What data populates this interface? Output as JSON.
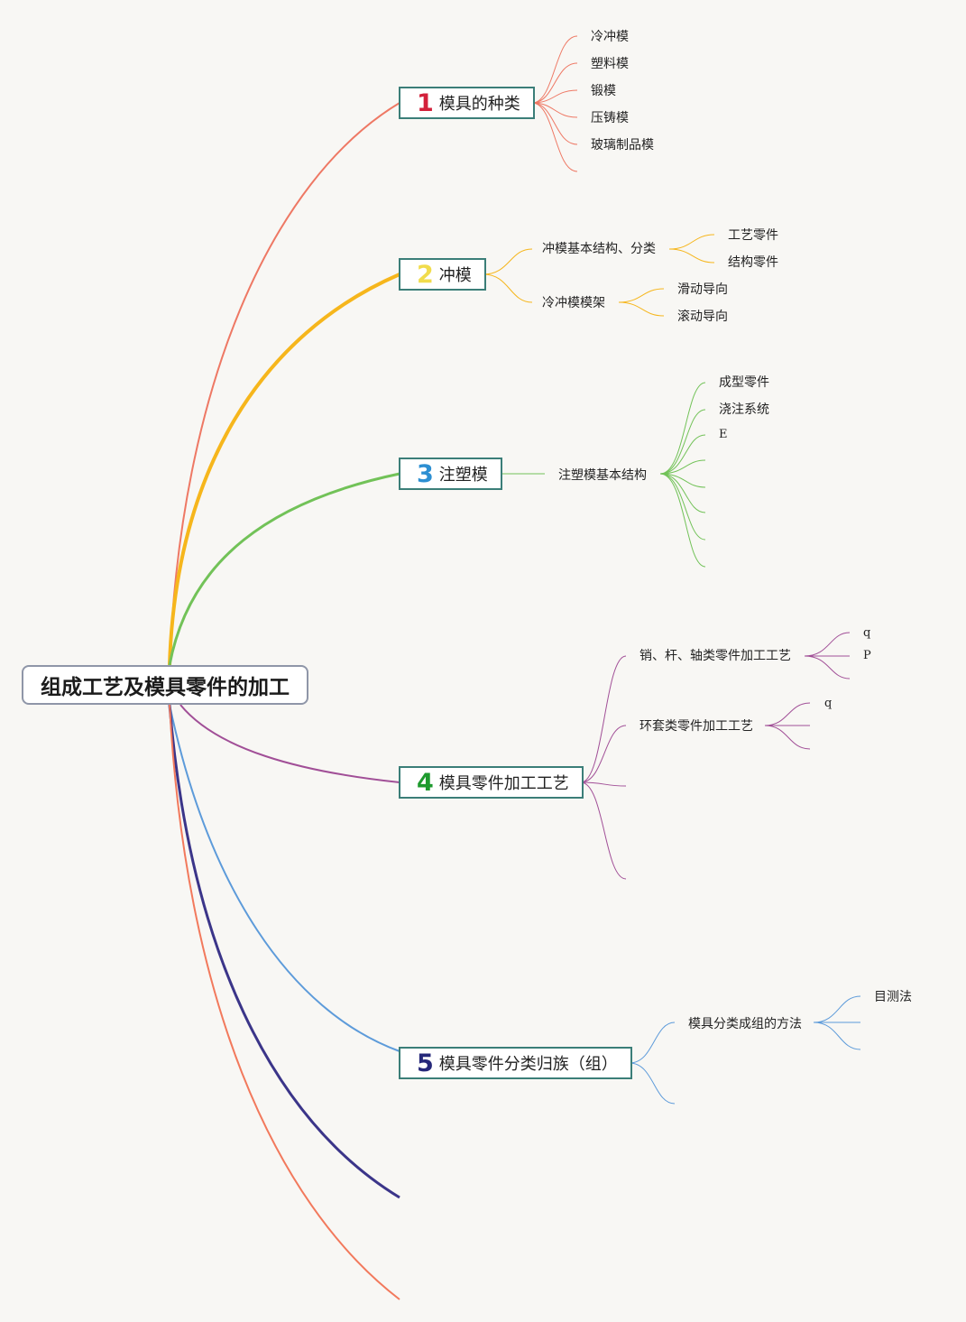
{
  "root": {
    "label": "组成工艺及模具零件的加工"
  },
  "colors": {
    "b1": "#ee7864",
    "b2": "#f6b61c",
    "b3": "#72c258",
    "b4": "#a14f97",
    "b5": "#5d9bda",
    "b6": "#3b3589",
    "b7": "#f2795c",
    "num1": "#d3213b",
    "num2": "#f1dc4c",
    "num3": "#2d8fd2",
    "num4": "#1e9a2e",
    "num5": "#26287a"
  },
  "branches": [
    {
      "num": "1",
      "label": "模具的种类",
      "children": [
        "冷冲模",
        "塑料模",
        "锻模",
        "压铸模",
        "玻璃制品模"
      ]
    },
    {
      "num": "2",
      "label": "冲模",
      "children": [
        {
          "label": "冲模基本结构、分类",
          "children": [
            "工艺零件",
            "结构零件"
          ]
        },
        {
          "label": "冷冲模模架",
          "children": [
            "滑动导向",
            "滚动导向"
          ]
        }
      ]
    },
    {
      "num": "3",
      "label": "注塑模",
      "children": [
        {
          "label": "注塑模基本结构",
          "children": [
            "成型零件",
            "浇注系统",
            "E"
          ]
        }
      ]
    },
    {
      "num": "4",
      "label": "模具零件加工工艺",
      "children": [
        {
          "label": "销、杆、轴类零件加工工艺",
          "children": [
            "q",
            "P"
          ]
        },
        {
          "label": "环套类零件加工工艺",
          "children": [
            "q"
          ]
        }
      ]
    },
    {
      "num": "5",
      "label": "模具零件分类归族（组）",
      "children": [
        {
          "label": "模具分类成组的方法",
          "children": [
            "目测法"
          ]
        }
      ]
    }
  ]
}
